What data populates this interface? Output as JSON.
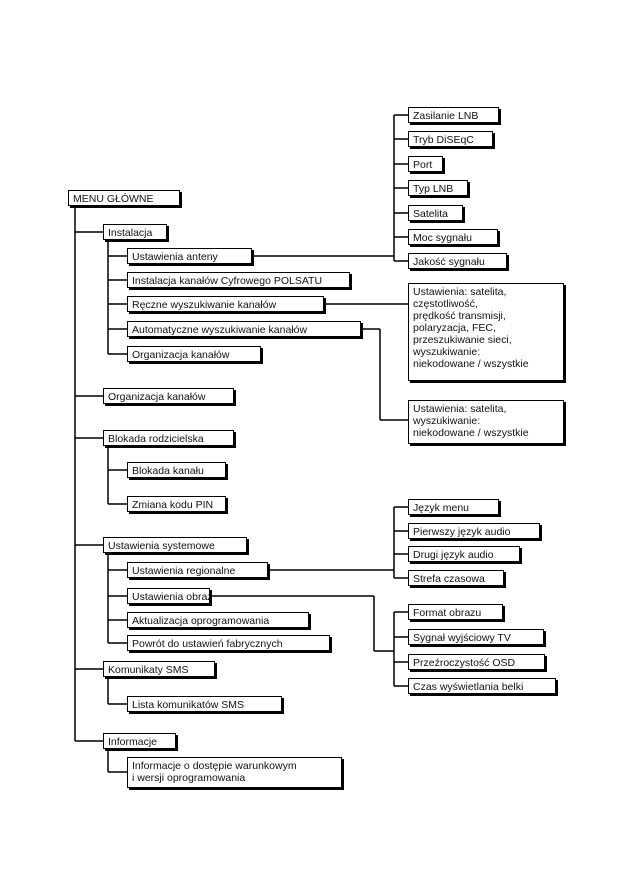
{
  "menu": {
    "root": "MENU GŁÓWNE",
    "instalacja": {
      "label": "Instalacja",
      "ustawienia_anteny": "Ustawienia anteny",
      "instalacja_kanalow": "Instalacja kanałów Cyfrowego POLSATU",
      "reczne": "Ręczne wyszukiwanie kanałów",
      "automatyczne": "Automatyczne wyszukiwanie kanałów",
      "organizacja": "Organizacja kanałów"
    },
    "organizacja_kanalow": "Organizacja kanałów",
    "blokada": {
      "label": "Blokada rodzicielska",
      "blokada_kanalu": "Blokada kanału",
      "zmiana_pin": "Zmiana kodu PIN"
    },
    "ustawienia_systemowe": {
      "label": "Ustawienia systemowe",
      "regionalne": "Ustawienia regionalne",
      "obrazu": "Ustawienia obrazu",
      "aktualizacja": "Aktualizacja oprogramowania",
      "powrot": "Powrót do ustawień fabrycznych"
    },
    "sms": {
      "label": "Komunikaty SMS",
      "lista": "Lista komunikatów SMS"
    },
    "informacje": {
      "label": "Informacje",
      "detail": [
        "Informacje o dostępie warunkowym",
        "i wersji oprogramowania"
      ]
    },
    "antenna_params": [
      "Zasilanie LNB",
      "Tryb DiSEqC",
      "Port",
      "Typ LNB",
      "Satelita",
      "Moc sygnału",
      "Jakość sygnału"
    ],
    "manual_settings": [
      "Ustawienia: satelita,",
      "częstotliwość,",
      "prędkość transmisji,",
      "polaryzacja, FEC,",
      "przeszukiwanie sieci,",
      "wyszukiwanie:",
      "niekodowane / wszystkie"
    ],
    "auto_settings": [
      "Ustawienia: satelita,",
      "wyszukiwanie:",
      "niekodowane / wszystkie"
    ],
    "regional_params": [
      "Język menu",
      "Pierwszy język audio",
      "Drugi język audio",
      "Strefa czasowa"
    ],
    "picture_params": [
      "Format obrazu",
      "Sygnał wyjściowy TV",
      "Przeźroczystość OSD",
      "Czas wyświetlania belki"
    ]
  }
}
